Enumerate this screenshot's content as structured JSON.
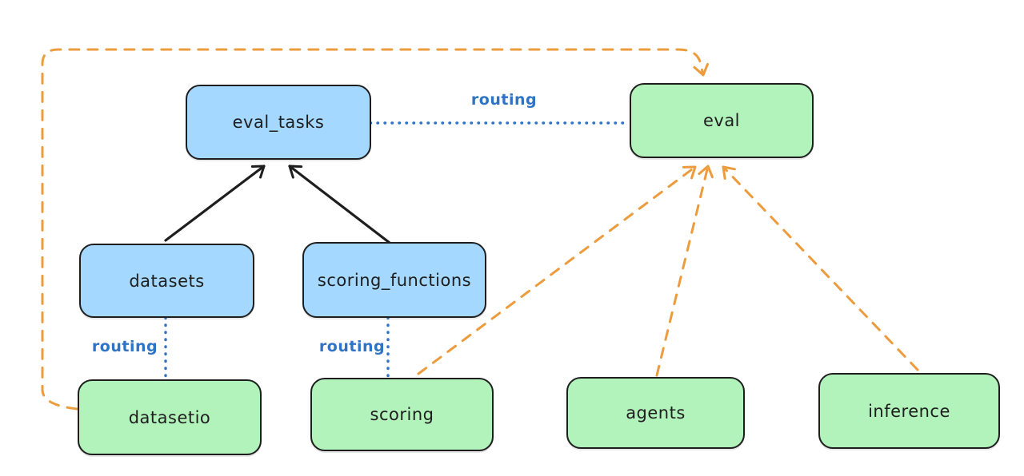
{
  "diagram_type": "hand-drawn architecture diagram (routing of eval-related APIs to providers)",
  "colors": {
    "stroke": "#1e1e1e",
    "blue_fill": "#a5d8ff",
    "green_fill": "#b2f2bb",
    "orange_connector": "#ec9b3d",
    "blue_connector": "#2e73c5",
    "background": "#ffffff"
  },
  "nodes": {
    "eval_tasks": {
      "label": "eval_tasks",
      "fill": "blue"
    },
    "eval": {
      "label": "eval",
      "fill": "green"
    },
    "datasets": {
      "label": "datasets",
      "fill": "blue"
    },
    "scoring_functions": {
      "label": "scoring_functions",
      "fill": "blue"
    },
    "datasetio": {
      "label": "datasetio",
      "fill": "green"
    },
    "scoring": {
      "label": "scoring",
      "fill": "green"
    },
    "agents": {
      "label": "agents",
      "fill": "green"
    },
    "inference": {
      "label": "inference",
      "fill": "green"
    }
  },
  "edge_labels": {
    "eval_tasks_to_eval": "routing",
    "datasets_to_datasetio": "routing",
    "scoring_functions_to_scoring": "routing"
  },
  "edges": [
    {
      "from": "datasets",
      "to": "eval_tasks",
      "style": "solid-black-arrow"
    },
    {
      "from": "scoring_functions",
      "to": "eval_tasks",
      "style": "solid-black-arrow"
    },
    {
      "from": "eval_tasks",
      "to": "eval",
      "style": "blue-dotted",
      "label": "routing"
    },
    {
      "from": "datasets",
      "to": "datasetio",
      "style": "blue-dotted",
      "label": "routing"
    },
    {
      "from": "scoring_functions",
      "to": "scoring",
      "style": "blue-dotted",
      "label": "routing"
    },
    {
      "from": "datasetio",
      "to": "eval",
      "style": "orange-dashed-arrow",
      "route": "elbow-left-top"
    },
    {
      "from": "scoring",
      "to": "eval",
      "style": "orange-dashed-arrow"
    },
    {
      "from": "agents",
      "to": "eval",
      "style": "orange-dashed-arrow"
    },
    {
      "from": "inference",
      "to": "eval",
      "style": "orange-dashed-arrow"
    }
  ]
}
